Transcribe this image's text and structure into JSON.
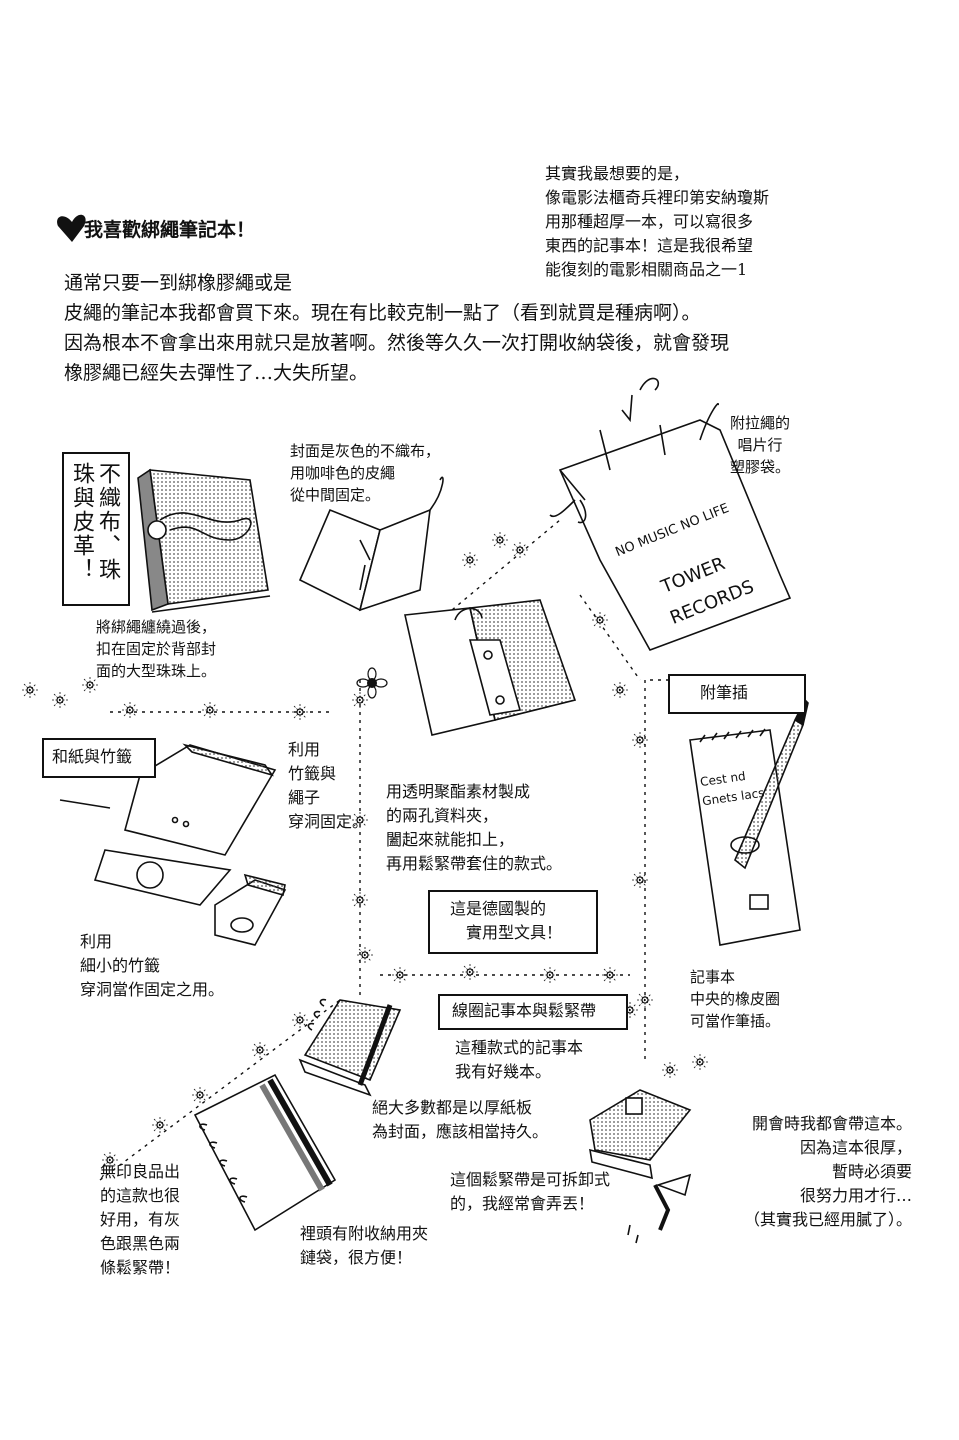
{
  "top_note": [
    "其實我最想要的是，",
    "像電影法櫃奇兵裡印第安納瓊斯",
    "用那種超厚一本，可以寫很多",
    "東西的記事本！這是我很希望",
    "能復刻的電影相關商品之一1"
  ],
  "title": "我喜歡綁繩筆記本！",
  "intro": [
    "通常只要一到綁橡膠繩或是",
    "皮繩的筆記本我都會買下來。現在有比較克制一點了（看到就買是種病啊）。",
    "因為根本不會拿出來用就只是放著啊。然後等久久一次打開收納袋後，就會發現",
    "橡膠繩已經失去彈性了…大失所望。"
  ],
  "labels": {
    "felt_beads": "不織布、珠珠與皮革！",
    "wrap_note": [
      "將綁繩纏繞過後，",
      "扣在固定於背部封",
      "面的大型珠珠上。"
    ],
    "gray_felt": [
      "封面是灰色的不織布，",
      "用咖啡色的皮繩",
      "從中間固定。"
    ],
    "bag_note": [
      "附拉繩的",
      "唱片行",
      "塑膠袋。"
    ],
    "bag_text1": "NO MUSIC NO LIFE",
    "bag_text2": "TOWER",
    "bag_text3": "RECORDS",
    "washi": "和紙與竹籤",
    "bamboo_note": [
      "利用",
      "竹籤與",
      "繩子",
      "穿洞固定。"
    ],
    "small_bamboo": [
      "利用",
      "細小的竹籤",
      "穿洞當作固定之用。"
    ],
    "pet_note": [
      "用透明聚酯素材製成",
      "的兩孔資料夾，",
      "闔起來就能扣上，",
      "再用鬆緊帶套住的款式。"
    ],
    "german": [
      "這是德國製的",
      "實用型文具！"
    ],
    "pen_holder": "附筆插",
    "pen_note": [
      "記事本",
      "中央的橡皮圈",
      "可當作筆插。"
    ],
    "pad_text1": "Cest nd",
    "pad_text2": "Gnets lacs",
    "spiral": "線圈記事本與鬆緊帶",
    "spiral_note": [
      "這種款式的記事本",
      "我有好幾本。"
    ],
    "cardboard": [
      "絕大多數都是以厚紙板",
      "為封面，應該相當持久。"
    ],
    "muji": [
      "無印良品出",
      "的這款也很",
      "好用，有灰",
      "色跟黑色兩",
      "條鬆緊帶！"
    ],
    "pocket": [
      "裡頭有附收納用夾",
      "鏈袋，很方便！"
    ],
    "detach": [
      "這個鬆緊帶是可拆卸式",
      "的，我經常會弄丟！"
    ],
    "meeting": [
      "開會時我都會帶這本。",
      "因為這本很厚，",
      "暫時必須要",
      "很努力用才行…",
      "（其實我已經用膩了）。"
    ]
  }
}
